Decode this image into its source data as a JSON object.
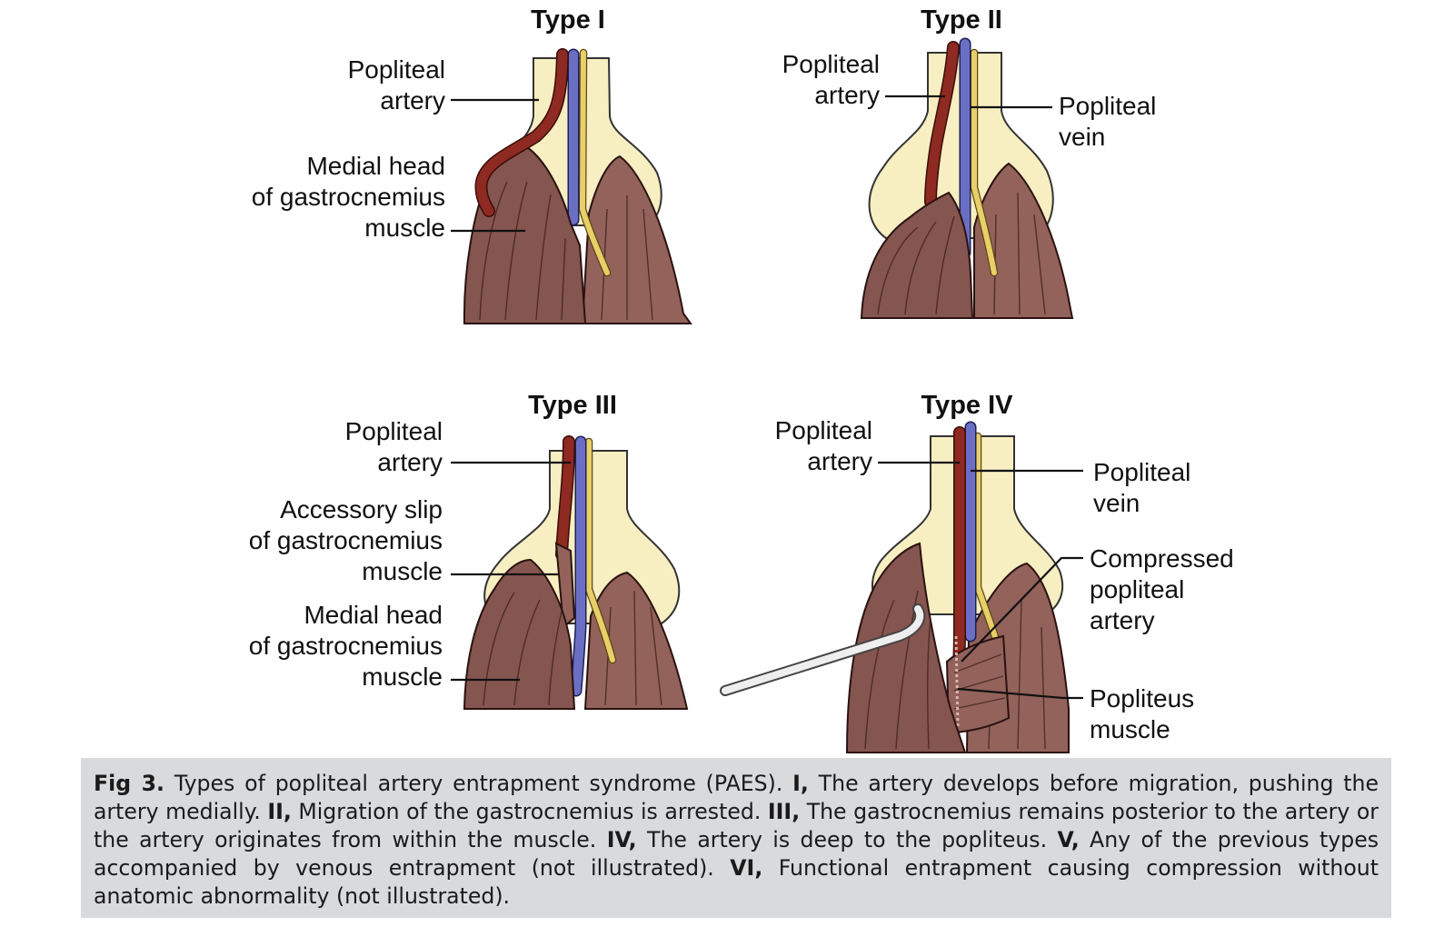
{
  "panels": [
    {
      "title": "Type I",
      "labels": {
        "artery_line1": "Popliteal",
        "artery_line2": "artery",
        "muscle_line1": "Medial head",
        "muscle_line2": "of gastrocnemius",
        "muscle_line3": "muscle"
      }
    },
    {
      "title": "Type II",
      "labels": {
        "artery_line1": "Popliteal",
        "artery_line2": "artery",
        "vein_line1": "Popliteal",
        "vein_line2": "vein"
      }
    },
    {
      "title": "Type III",
      "labels": {
        "artery_line1": "Popliteal",
        "artery_line2": "artery",
        "slip_line1": "Accessory slip",
        "slip_line2": "of gastrocnemius",
        "slip_line3": "muscle",
        "muscle_line1": "Medial head",
        "muscle_line2": "of gastrocnemius",
        "muscle_line3": "muscle"
      }
    },
    {
      "title": "Type IV",
      "labels": {
        "artery_line1": "Popliteal",
        "artery_line2": "artery",
        "vein_line1": "Popliteal",
        "vein_line2": "vein",
        "compressed_line1": "Compressed",
        "compressed_line2": "popliteal",
        "compressed_line3": "artery",
        "popliteus_line1": "Popliteus",
        "popliteus_line2": "muscle"
      }
    }
  ],
  "caption": {
    "fig_label": "Fig 3.",
    "intro": " Types of popliteal artery entrapment syndrome (PAES). ",
    "items": [
      {
        "key": "I,",
        "text": " The artery develops before migration, pushing the artery medially. "
      },
      {
        "key": "II,",
        "text": " Migration of the gastrocnemius is arrested. "
      },
      {
        "key": "III,",
        "text": " The gastrocnemius remains posterior to the artery or the artery originates from within the muscle. "
      },
      {
        "key": "IV,",
        "text": " The artery is deep to the popliteus. "
      },
      {
        "key": "V,",
        "text": " Any of the previous types accompanied by venous entrapment (not illustrated). "
      },
      {
        "key": "VI,",
        "text": " Functional entrapment causing compression without anatomic abnormality (not illustrated)."
      }
    ]
  },
  "colors": {
    "artery": "#8e2a22",
    "vein": "#6b6fc4",
    "nerve": "#e9cf6a",
    "bone": "#f7efc1",
    "muscle": "#855550",
    "caption_background": "#d9dadc"
  }
}
